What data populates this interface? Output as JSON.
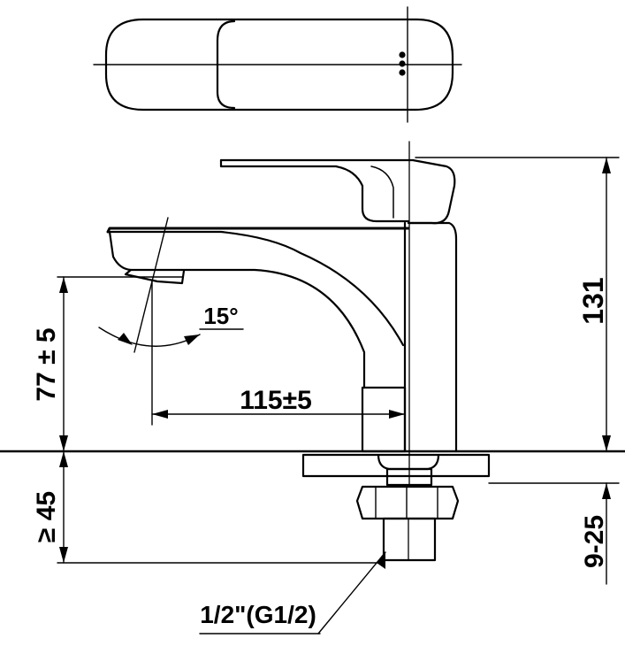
{
  "drawing": {
    "title": "",
    "dimensions": {
      "height_total": "131",
      "spout_height": "77 ± 5",
      "spout_reach": "115±5",
      "spout_angle": "15°",
      "min_clearance": "≥ 45",
      "deck_thickness": "9-25",
      "connection": "1/2\"(G1/2)"
    }
  },
  "colors": {
    "line": "#000000",
    "background": "#ffffff"
  }
}
